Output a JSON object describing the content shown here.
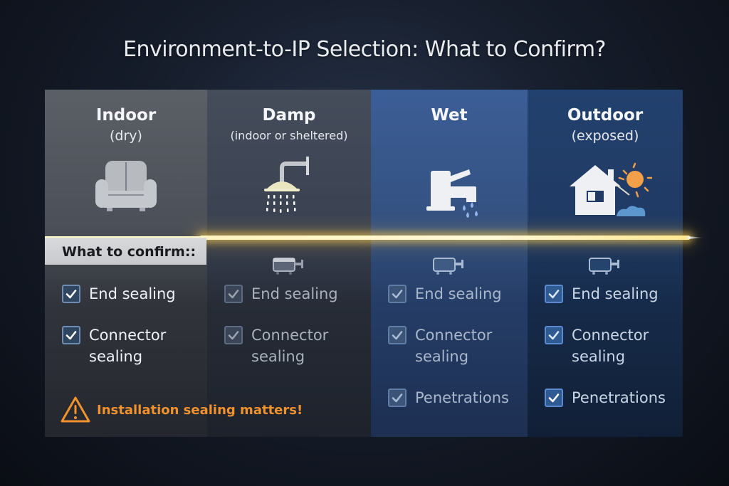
{
  "title": "Environment-to-IP Selection: What to Confirm?",
  "confirm_label": "What to confirm::",
  "columns": [
    {
      "name": "Indoor",
      "sub": "(dry)",
      "icon": "armchair-icon",
      "items": [
        {
          "label": "End sealing",
          "checked": true
        },
        {
          "label": "Connector sealing",
          "checked": true
        }
      ]
    },
    {
      "name": "Damp",
      "sub": "(indoor or sheltered)",
      "icon": "shower-head-icon",
      "items": [
        {
          "label": "End sealing",
          "checked": true
        },
        {
          "label": "Connector sealing",
          "checked": true
        }
      ]
    },
    {
      "name": "Wet",
      "sub": "",
      "icon": "faucet-icon",
      "items": [
        {
          "label": "End sealing",
          "checked": true
        },
        {
          "label": "Connector sealing",
          "checked": true
        },
        {
          "label": "Penetrations",
          "checked": true
        }
      ]
    },
    {
      "name": "Outdoor",
      "sub": "(exposed)",
      "icon": "house-sun-icon",
      "items": [
        {
          "label": "End sealing",
          "checked": true
        },
        {
          "label": "Connector sealing",
          "checked": true
        },
        {
          "label": "Penetrations",
          "checked": true
        }
      ]
    }
  ],
  "warning": {
    "icon": "warning-triangle-icon",
    "text": "Installation sealing matters!",
    "color": "#f0922e"
  },
  "colors": {
    "beam": "#ffe890",
    "indoor_panel": "#5b5f66",
    "damp_panel": "#454d5b",
    "wet_panel": "#3c5e97",
    "outdoor_panel": "#23416e"
  }
}
